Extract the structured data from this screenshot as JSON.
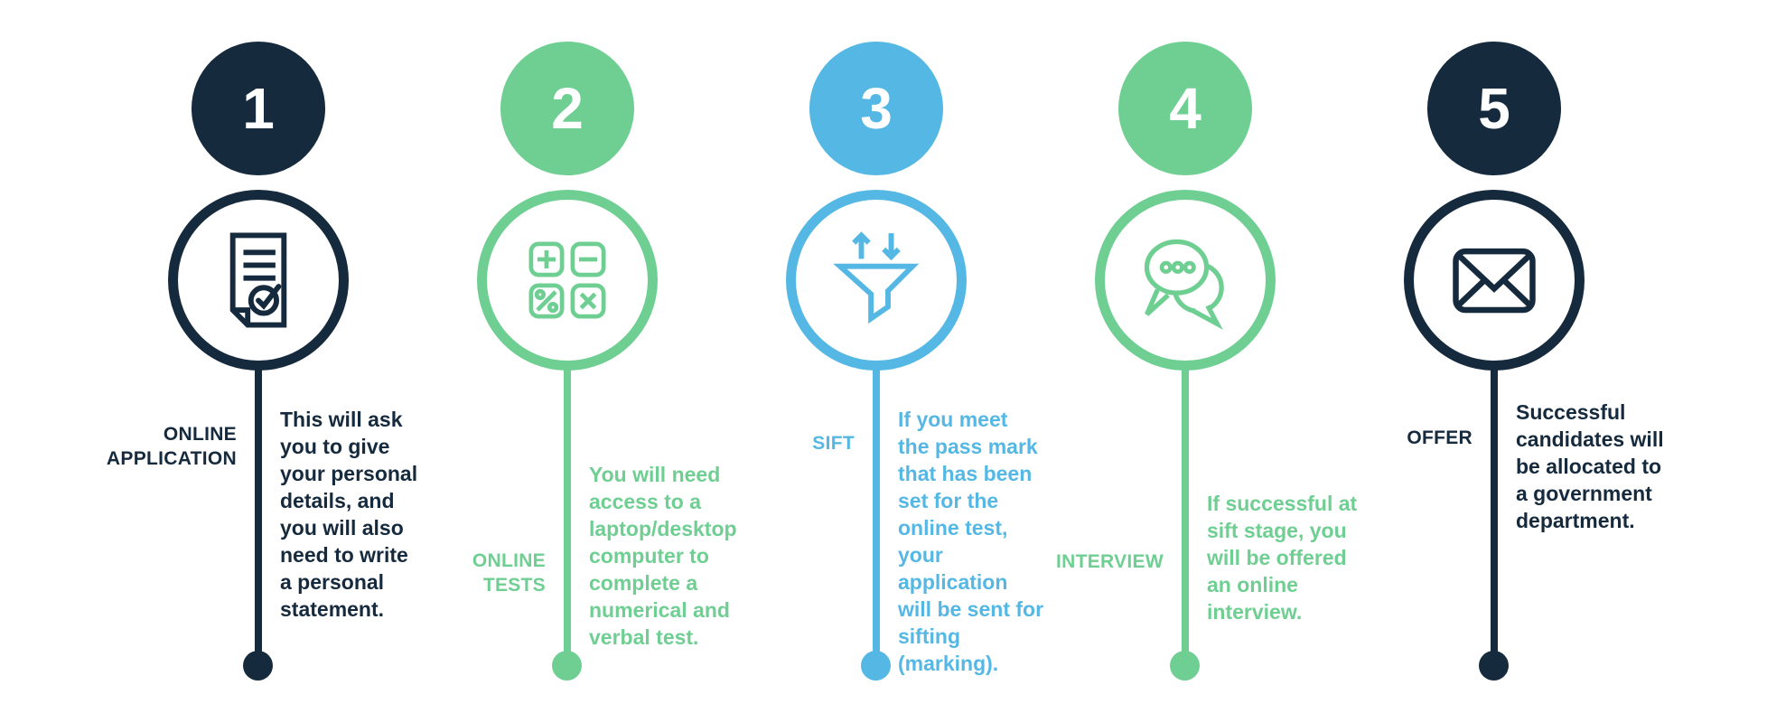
{
  "page": {
    "background": "#ffffff"
  },
  "colors": {
    "navy": "#162a3e",
    "green": "#6fcf92",
    "blue": "#55b8e4"
  },
  "steps": [
    {
      "number": "1",
      "color": "#162a3e",
      "icon": "document-check-icon",
      "label": "ONLINE\nAPPLICATION",
      "description": "This will ask\nyou to give\nyour personal\ndetails, and\nyou will also\nneed to write\na personal\nstatement."
    },
    {
      "number": "2",
      "color": "#6fcf92",
      "icon": "math-operations-icon",
      "label": "ONLINE\nTESTS",
      "description": "You will need\naccess to a\nlaptop/desktop\ncomputer to\ncomplete a\nnumerical and\nverbal test."
    },
    {
      "number": "3",
      "color": "#55b8e4",
      "icon": "funnel-sort-icon",
      "label": "SIFT",
      "description": "If you meet\nthe pass mark\nthat has been\nset for the\nonline test,\nyour\napplication\nwill be sent for\nsifting\n(marking)."
    },
    {
      "number": "4",
      "color": "#6fcf92",
      "icon": "chat-bubbles-icon",
      "label": "INTERVIEW",
      "description": "If successful at\nsift stage, you\nwill be offered\nan online\ninterview."
    },
    {
      "number": "5",
      "color": "#162a3e",
      "icon": "envelope-icon",
      "label": "OFFER",
      "description": "Successful\ncandidates will\nbe allocated to\na government\ndepartment."
    }
  ]
}
